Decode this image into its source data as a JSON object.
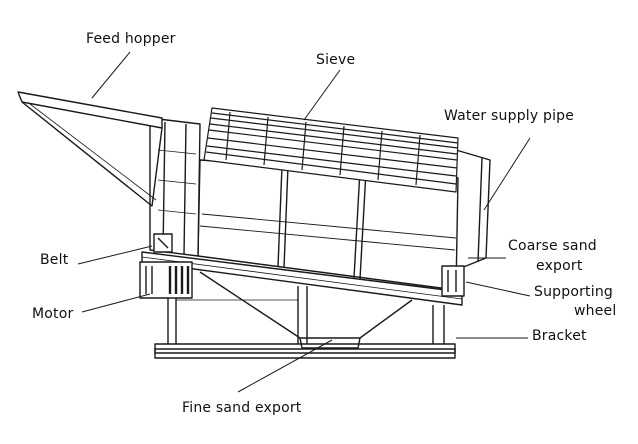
{
  "labels": {
    "feed_hopper": "Feed hopper",
    "sieve": "Sieve",
    "water_supply_pipe": "Water supply pipe",
    "coarse_sand_export_1": "Coarse sand",
    "coarse_sand_export_2": "export",
    "supporting_wheel_1": "Supporting",
    "supporting_wheel_2": "wheel",
    "bracket": "Bracket",
    "belt": "Belt",
    "motor": "Motor",
    "fine_sand_export": "Fine sand export"
  },
  "colors": {
    "stroke": "#1a1a1a",
    "text": "#111111",
    "background": "#ffffff"
  }
}
